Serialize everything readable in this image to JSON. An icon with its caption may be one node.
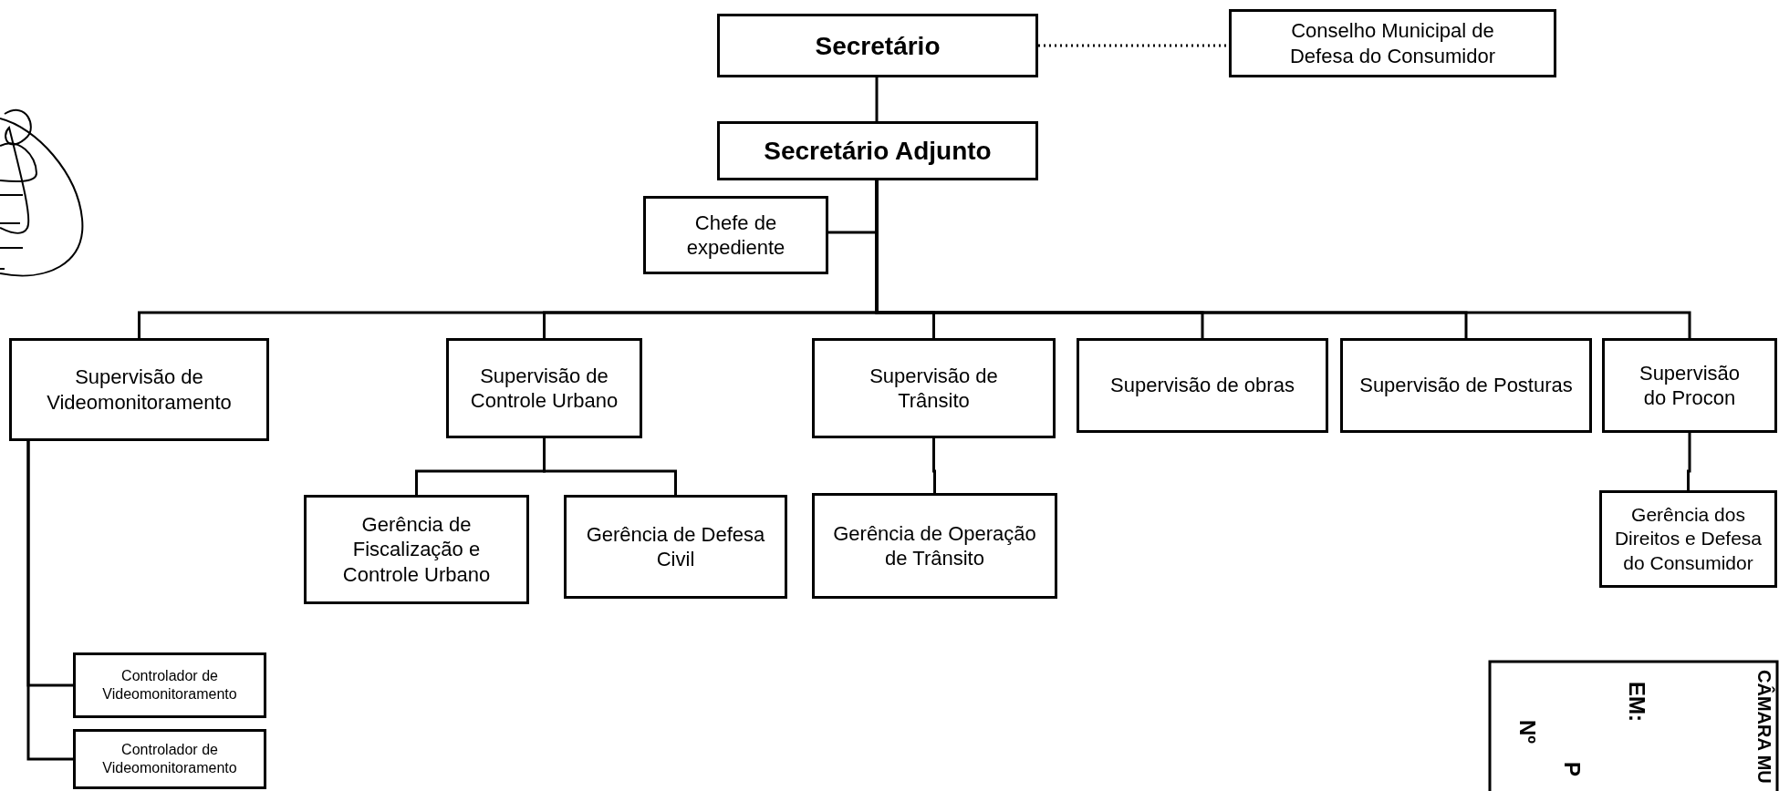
{
  "diagram": {
    "nodes": [
      {
        "text": [
          "Secretário"
        ]
      },
      {
        "text": [
          "Conselho Municipal de Defesa do Consumidor"
        ]
      },
      {
        "text": [
          "Secretário Adjunto"
        ]
      },
      {
        "text": [
          "Chefe de expediente"
        ]
      },
      {
        "text": [
          "Supervisão de Videomonitoramento"
        ]
      },
      {
        "text": [
          "Supervisão de Controle Urbano"
        ]
      },
      {
        "text": [
          "Supervisão de Trânsito"
        ]
      },
      {
        "text": [
          "Supervisão de obras"
        ]
      },
      {
        "text": [
          "Supervisão de Posturas"
        ]
      },
      {
        "text": [
          "Supervisão do Procon"
        ]
      },
      {
        "text": [
          "Gerência de Fiscalização e Controle Urbano"
        ]
      },
      {
        "text": [
          "Gerência de Defesa Civil"
        ]
      },
      {
        "text": [
          "Gerência de Operação de Trânsito"
        ]
      },
      {
        "text": [
          "Gerência dos Direitos e Defesa do Consumidor"
        ]
      },
      {
        "text": [
          "Controlador de Videomonitoramento"
        ]
      },
      {
        "text": [
          "Controlador de Videomonitoramento"
        ]
      }
    ],
    "edges": [
      {
        "from": 0,
        "to": 1,
        "arrow": "none",
        "style": "dashed"
      },
      {
        "from": 0,
        "to": 2,
        "arrow": "none"
      },
      {
        "from": 2,
        "to": 3,
        "arrow": "none"
      },
      {
        "from": 2,
        "to": 4,
        "arrow": "none"
      },
      {
        "from": 2,
        "to": 5,
        "arrow": "none"
      },
      {
        "from": 2,
        "to": 6,
        "arrow": "none"
      },
      {
        "from": 2,
        "to": 7,
        "arrow": "none"
      },
      {
        "from": 2,
        "to": 8,
        "arrow": "none"
      },
      {
        "from": 2,
        "to": 9,
        "arrow": "none"
      },
      {
        "from": 5,
        "to": 10,
        "arrow": "none"
      },
      {
        "from": 5,
        "to": 11,
        "arrow": "none"
      },
      {
        "from": 6,
        "to": 12,
        "arrow": "none"
      },
      {
        "from": 9,
        "to": 13,
        "arrow": "none"
      },
      {
        "from": 4,
        "to": 14,
        "arrow": "none"
      },
      {
        "from": 4,
        "to": 15,
        "arrow": "none"
      }
    ],
    "labels": [
      "CÂMARA MU",
      "EM:",
      "Nº",
      "P"
    ]
  }
}
